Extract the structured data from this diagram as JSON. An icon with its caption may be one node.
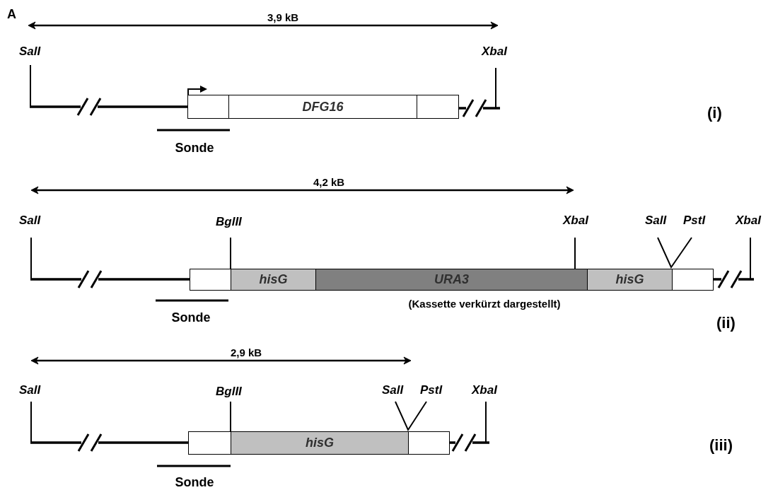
{
  "diagram": {
    "nodes": [
      {
        "text": [],
        "shape": "box"
      },
      {
        "text": [
          "DFG16"
        ]
      },
      {
        "text": [],
        "shape": "box"
      },
      {
        "text": [],
        "shape": "box"
      },
      {
        "text": [
          "hisG"
        ]
      },
      {
        "text": [
          "URA3"
        ]
      },
      {
        "text": [
          "hisG"
        ]
      },
      {
        "text": [],
        "shape": "box"
      },
      {
        "text": [],
        "shape": "box"
      },
      {
        "text": [
          "hisG"
        ]
      },
      {
        "text": [],
        "shape": "box"
      }
    ],
    "labels": [
      "A",
      "3,9 kB",
      "SalI",
      "XbaI",
      "Sonde",
      "(i)",
      "4,2 kB",
      "SalI",
      "BglII",
      "XbaI",
      "SalI",
      "PstI",
      "XbaI",
      "(Kassette verkürzt dargestellt)",
      "Sonde",
      "(ii)",
      "2,9 kB",
      "SalI",
      "BglII",
      "SalI",
      "PstI",
      "XbaI",
      "Sonde",
      "(iii)"
    ]
  }
}
